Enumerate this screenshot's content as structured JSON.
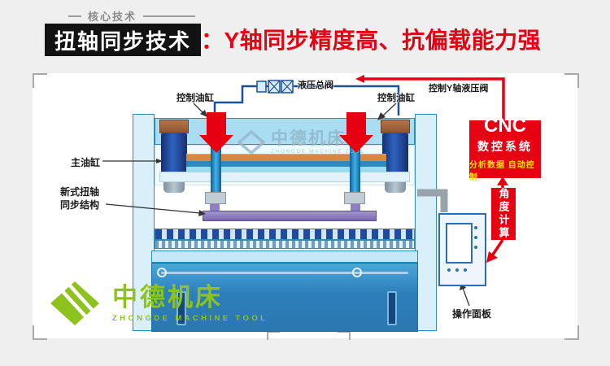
{
  "header": {
    "tagline": "核心技术",
    "title": "扭轴同步技术",
    "subtitle": "：Y轴同步精度高、抗偏载能力强"
  },
  "labels": {
    "control_cylinder_left": "控制油缸",
    "control_cylinder_right": "控制油缸",
    "hydraulic_main_valve": "液压总阀",
    "y_axis_valve": "控制Y轴液压阀",
    "main_cylinder": "主油缸",
    "torsion_structure": "新式扭轴同步结构",
    "angle_calc": "角度计算",
    "operation_panel": "操作面板"
  },
  "cnc": {
    "title": "CNC",
    "subtitle": "数控系统",
    "description": "分析数据 自动控制"
  },
  "watermark": {
    "name": "中德机床",
    "subtitle": "ZHONGDE MACHINE TOOL"
  },
  "brand": {
    "name": "中德机床",
    "subtitle": "ZHONGDE MACHINE TOOL"
  },
  "colors": {
    "accent_red": "#e60012",
    "brand_green": "#8dc21f",
    "machine_light_blue": "#a9ddf2",
    "machine_dark_blue": "#1d4e9e",
    "torsion_purple": "#9484c4",
    "pipe_blue": "#1c4f9c"
  },
  "icons": {
    "brand_logo": "diamond-chevron-icon",
    "valves": "hydraulic-valve-icon",
    "press_arrows": "down-arrow-icon"
  }
}
